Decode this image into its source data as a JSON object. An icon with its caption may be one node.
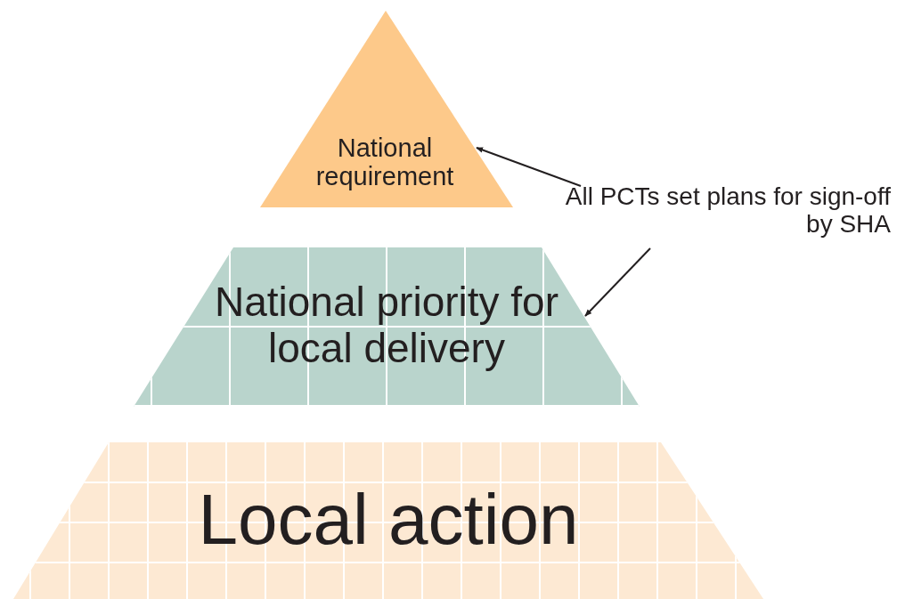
{
  "diagram": {
    "nodes": [
      {
        "text": [
          "National requirement"
        ]
      },
      {
        "text": [
          "National priority for local delivery"
        ]
      },
      {
        "text": [
          "Local action"
        ]
      },
      {
        "text": [
          "All PCTs set plans for sign-off by SHA"
        ]
      }
    ],
    "edges": [
      {
        "from": 3,
        "to": 0,
        "arrow": "to"
      },
      {
        "from": 3,
        "to": 1,
        "arrow": "to"
      }
    ]
  }
}
